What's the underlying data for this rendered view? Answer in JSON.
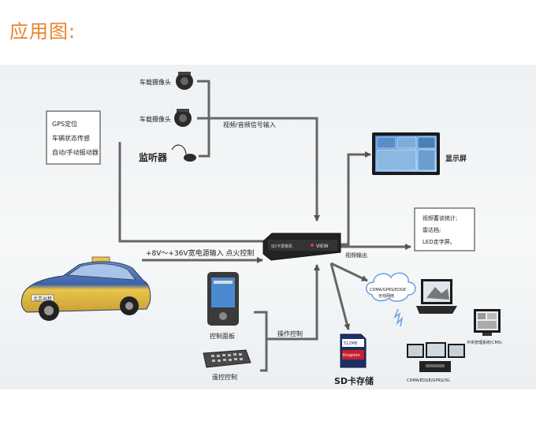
{
  "heading": "应用图:",
  "inputs": {
    "camera_1": "车载摄像头",
    "camera_2": "车载摄像头",
    "monitor": "监听器",
    "video_audio_input": "视频/音频信号输入"
  },
  "sensor_box": {
    "lines": [
      "GPS定位",
      "车辆状态传感",
      "自动/手动报动器"
    ]
  },
  "power": {
    "label": "+8V～+36V宽电源输入   点火控制"
  },
  "car": {
    "plate_label": "北京出租"
  },
  "dvr": {
    "brand": "VIEW",
    "model": "SD卡录像机"
  },
  "video_output": {
    "label": "视频输出"
  },
  "display": {
    "label": "显示屏"
  },
  "info_box": {
    "lines": [
      "视频蓄该统计;",
      "雷达档;",
      "LED走字屏。"
    ]
  },
  "network": {
    "cloud_label_1": "CDMA/GPRS/EDGE",
    "cloud_label_2": "无线网络"
  },
  "remote": {
    "cms_label": "中央管理系统(CMS)",
    "cms_network_label": "CDMA/EDGE/GPRS/3G"
  },
  "controls": {
    "panel_label": "控制面板",
    "remote_label": "遥控控制",
    "operation_label": "操作控制"
  },
  "storage": {
    "label": "SD卡存储",
    "card_brand": "Kingston",
    "card_size": "512MB"
  }
}
